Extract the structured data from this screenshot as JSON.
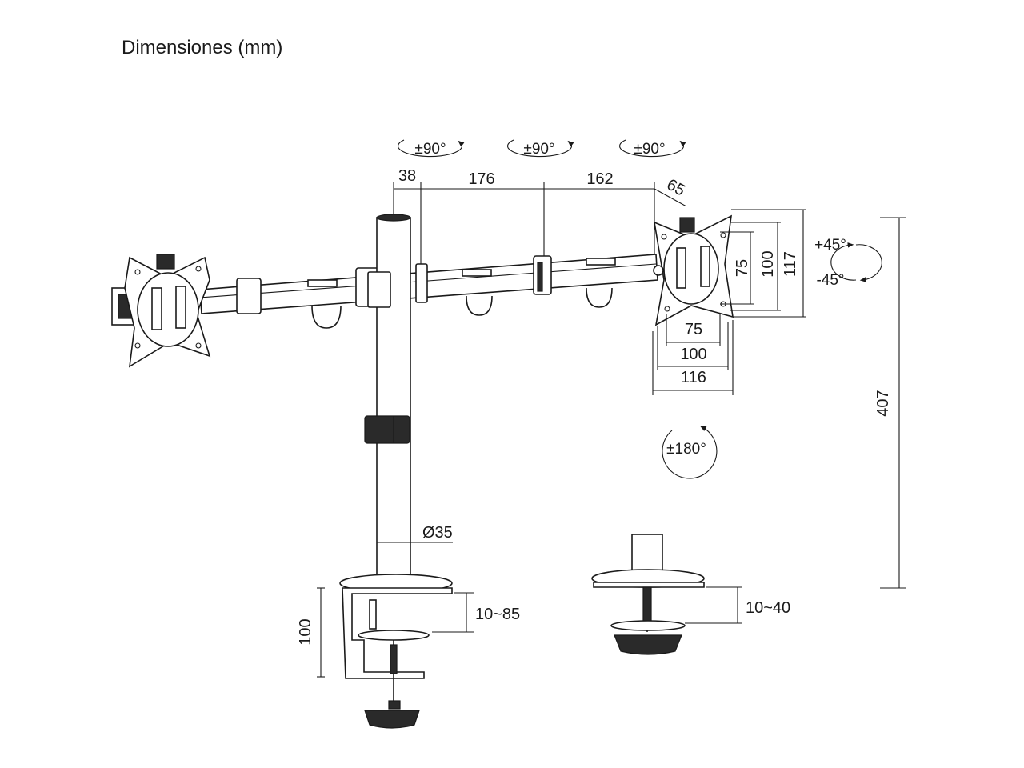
{
  "title": "Dimensiones (mm)",
  "rotations": {
    "arm_left": "±90°",
    "arm_mid": "±90°",
    "arm_right": "±90°",
    "swivel": "±180°",
    "tilt_up": "+45°",
    "tilt_down": "-45°"
  },
  "dimensions": {
    "arm_offset": "38",
    "arm_seg1": "176",
    "arm_seg2": "162",
    "plate_offset": "65",
    "vesa_v_small": "75",
    "vesa_v_large": "100",
    "plate_height": "117",
    "vesa_h_small": "75",
    "vesa_h_large": "100",
    "plate_width": "116",
    "total_height": "407",
    "pole_diameter": "Ø35",
    "clamp_range": "10~85",
    "clamp_height": "100",
    "grommet_range": "10~40"
  }
}
